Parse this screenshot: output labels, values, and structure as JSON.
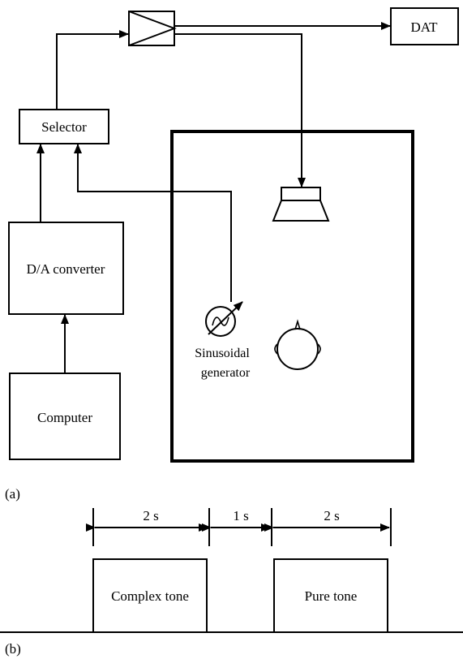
{
  "panel_a": {
    "label": "(a)",
    "blocks": {
      "dat": "DAT",
      "selector": "Selector",
      "da_converter": "D/A converter",
      "computer": "Computer"
    },
    "generator_label_line1": "Sinusoidal",
    "generator_label_line2": "generator"
  },
  "panel_b": {
    "label": "(b)",
    "durations": [
      "2 s",
      "1 s",
      "2 s"
    ],
    "pulses": [
      "Complex tone",
      "Pure tone"
    ]
  }
}
